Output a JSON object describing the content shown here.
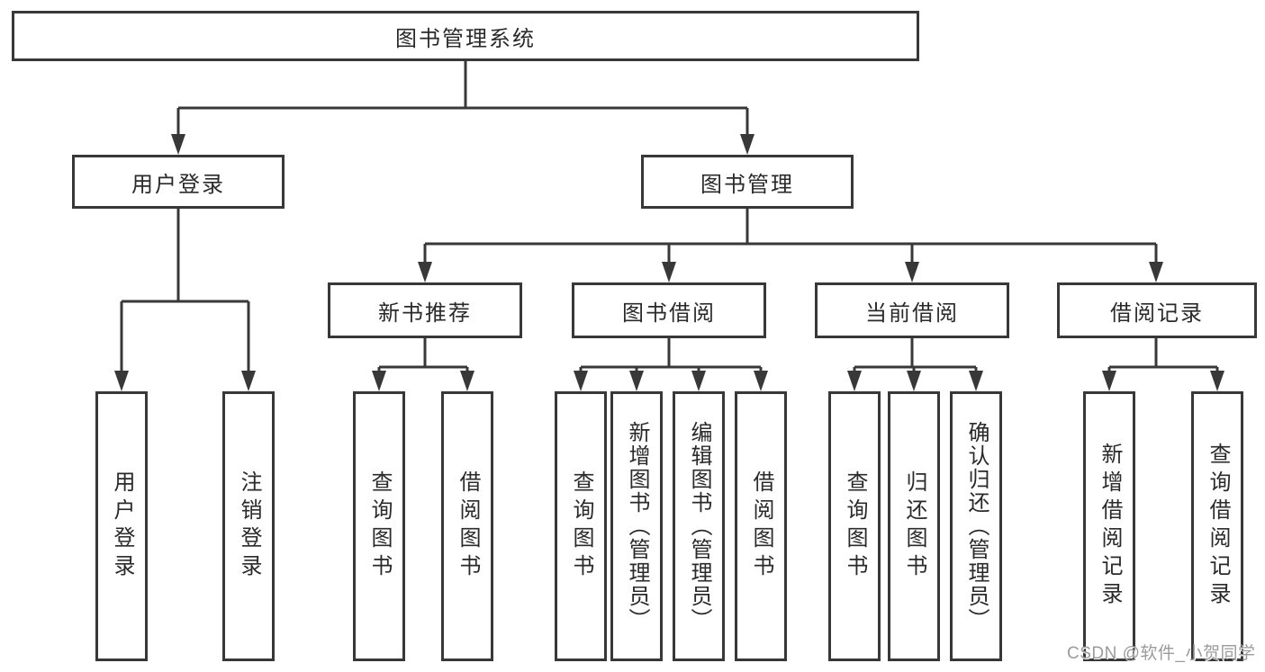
{
  "tree": {
    "label": "图书管理系统",
    "children": [
      {
        "label": "用户登录",
        "children": [
          {
            "label": "用户登录"
          },
          {
            "label": "注销登录"
          }
        ]
      },
      {
        "label": "图书管理",
        "children": [
          {
            "label": "新书推荐",
            "children": [
              {
                "label": "查询图书"
              },
              {
                "label": "借阅图书"
              }
            ]
          },
          {
            "label": "图书借阅",
            "children": [
              {
                "label": "查询图书"
              },
              {
                "label": "新增图书（管理员）"
              },
              {
                "label": "编辑图书（管理员）"
              },
              {
                "label": "借阅图书"
              }
            ]
          },
          {
            "label": "当前借阅",
            "children": [
              {
                "label": "查询图书"
              },
              {
                "label": "归还图书"
              },
              {
                "label": "确认归还（管理员）"
              }
            ]
          },
          {
            "label": "借阅记录",
            "children": [
              {
                "label": "新增借阅记录"
              },
              {
                "label": "查询借阅记录"
              }
            ]
          }
        ]
      }
    ]
  },
  "watermark": {
    "text": "CSDN @软件_小贺同学"
  },
  "colors": {
    "line": "#383838",
    "box_border": "#383838",
    "text": "#2a2a2a",
    "watermark": "#9b9b9b",
    "background": "#ffffff"
  }
}
